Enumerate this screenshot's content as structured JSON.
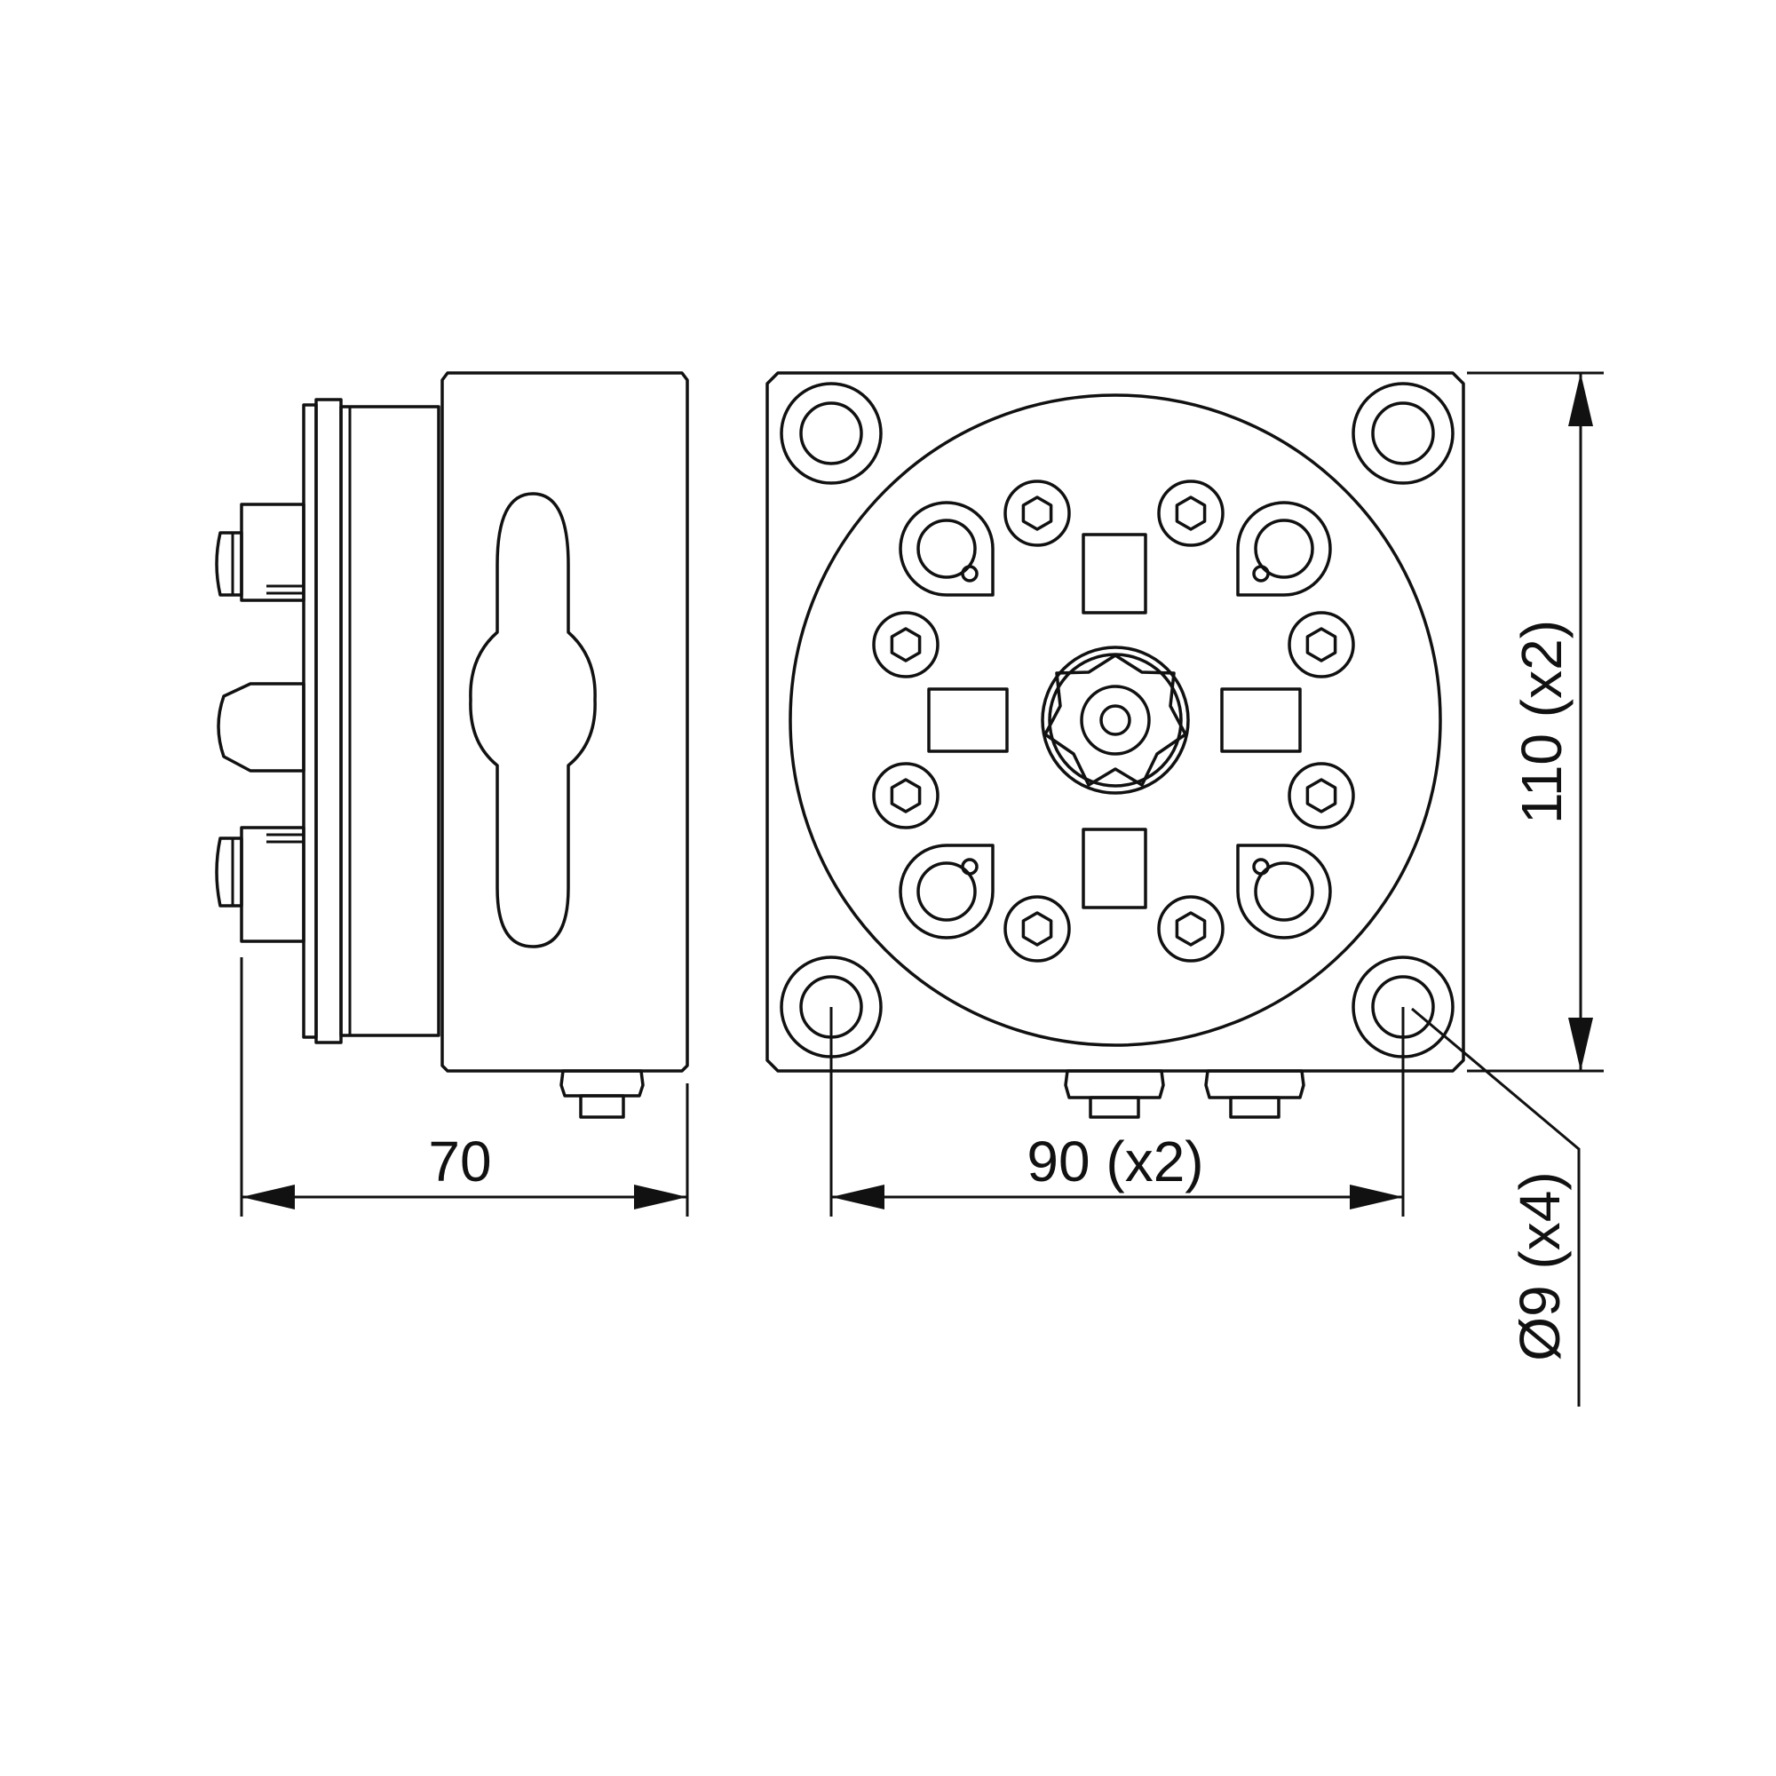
{
  "dimensions": {
    "width_side": "70",
    "hole_spacing_horizontal": "90 (x2)",
    "hole_spacing_vertical": "110 (x2)",
    "hole_diameter": "Ø9 (x4)"
  },
  "colors": {
    "line": "#111111",
    "background": "#ffffff"
  }
}
